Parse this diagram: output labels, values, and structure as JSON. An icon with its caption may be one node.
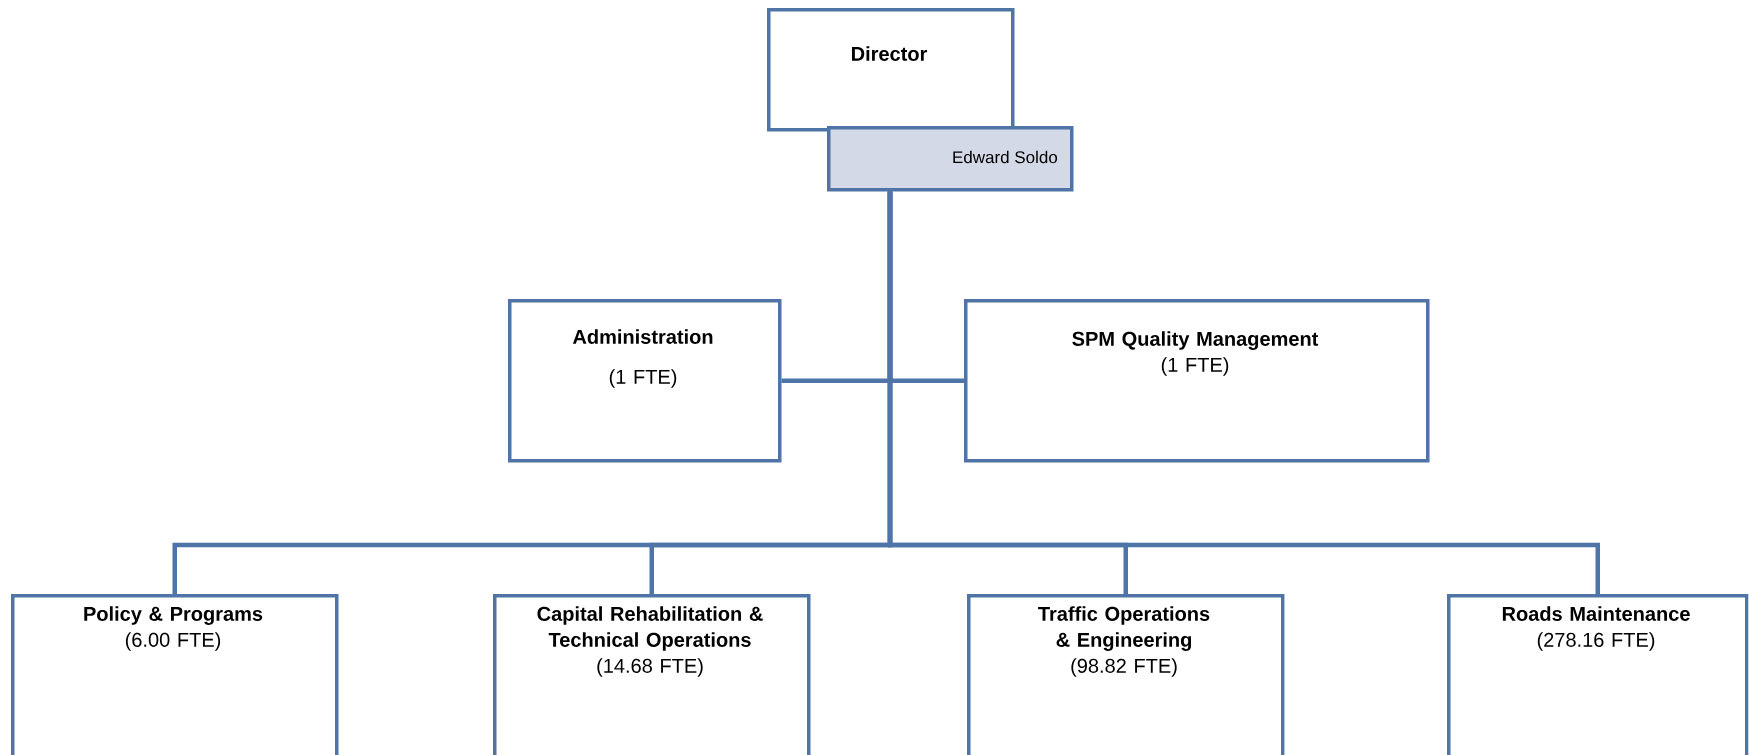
{
  "diagram": {
    "nodes": [
      {
        "text": [
          "Director"
        ]
      },
      {
        "text": [
          "Edward Soldo"
        ]
      },
      {
        "text": [
          "Administration",
          "(1 FTE)"
        ]
      },
      {
        "text": [
          "SPM Quality Management",
          "(1 FTE)"
        ]
      },
      {
        "text": [
          "Policy & Programs",
          "(6.00 FTE)"
        ]
      },
      {
        "text": [
          "Capital Rehabilitation & Technical Operations",
          "(14.68 FTE)"
        ]
      },
      {
        "text": [
          "Traffic Operations & Engineering",
          "(98.82 FTE)"
        ]
      },
      {
        "text": [
          "Roads Maintenance",
          "(278.16 FTE)"
        ]
      }
    ],
    "edges": [
      {
        "from": 1,
        "to": 2,
        "arrow": "none"
      },
      {
        "from": 1,
        "to": 3,
        "arrow": "none"
      },
      {
        "from": 1,
        "to": 4,
        "arrow": "none"
      },
      {
        "from": 1,
        "to": 5,
        "arrow": "none"
      },
      {
        "from": 1,
        "to": 6,
        "arrow": "none"
      },
      {
        "from": 1,
        "to": 7,
        "arrow": "none"
      }
    ]
  }
}
